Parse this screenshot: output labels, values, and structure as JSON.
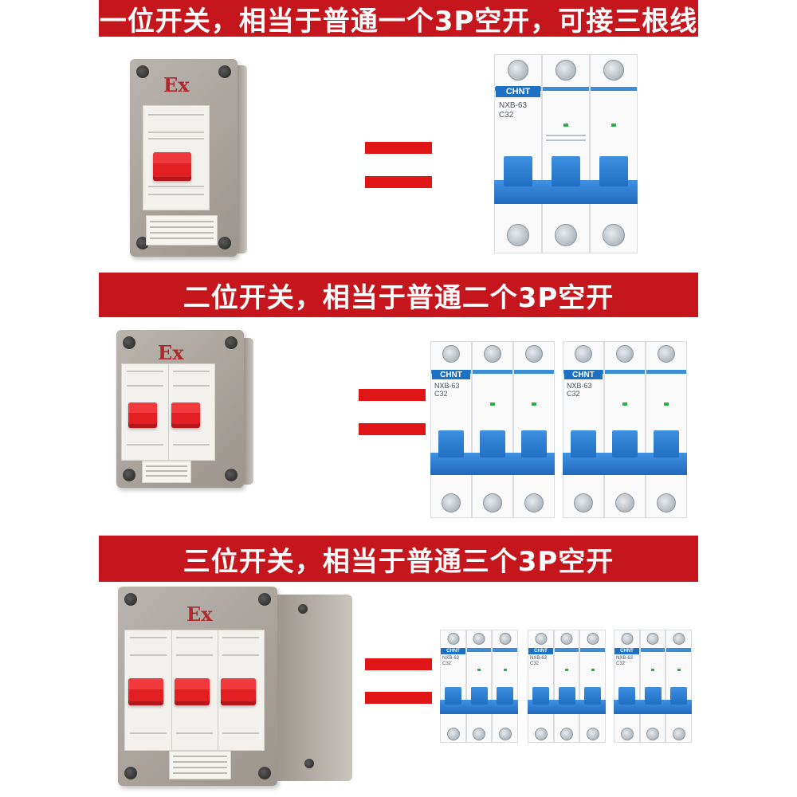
{
  "sections": [
    {
      "heading": "一位开关，相当于普通一个3P空开，可接三根线",
      "enclosure_mark": "Ex",
      "switch_positions": 1,
      "breaker_count": 1,
      "breaker_brand": "CHNT",
      "breaker_model": "NXB-63",
      "breaker_rating": "C32"
    },
    {
      "heading": "二位开关，相当于普通二个3P空开",
      "enclosure_mark": "Ex",
      "switch_positions": 2,
      "breaker_count": 2,
      "breaker_brand": "CHNT",
      "breaker_model": "NXB-63",
      "breaker_rating": "C32"
    },
    {
      "heading": "三位开关，相当于普通三个3P空开",
      "enclosure_mark": "Ex",
      "switch_positions": 3,
      "breaker_count": 3,
      "breaker_brand": "CHNT",
      "breaker_model": "NXB-63",
      "breaker_rating": "C32"
    }
  ],
  "colors": {
    "banner": "#c4161c",
    "equals": "#e01515",
    "rocker": "#e41f24",
    "breaker_blue": "#2a7fd4"
  }
}
